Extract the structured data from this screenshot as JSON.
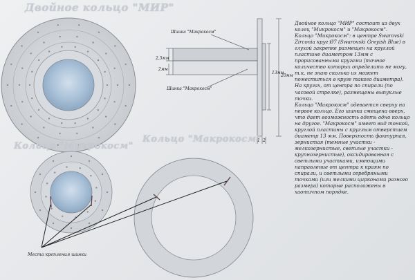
{
  "titles": {
    "main": "Двойное кольцо \"МИР\"",
    "micro": "Кольцо \"Микрокосм\"",
    "macro": "Кольцо \"Макрокосм\""
  },
  "labels": {
    "shank_top": "Шинка \"Макрокосм\"",
    "shank_bottom": "Шинка \"Макрокосм\"",
    "dim_25": "2,5мм",
    "dim_2": "2мм",
    "dim_13": "13мм",
    "dim_20": "20мм",
    "dim_1": "1",
    "dim_2b": "2",
    "mount_points": "Места крепления шинки"
  },
  "description": [
    "Двойное кольцо \"МИР\" состоит из двух колец \"Микрокосм\" и \"Макрокосм\".",
    "Кольцо \"Микрокосм\": в центре Swarovski Zirconia круг Ø7 (Swarovski Greyish Blue) в глухой закрепке размещен на круглой пластине диаметром 13мм с прорисованными кругами (точное количество которых определить не могу, т.к. не знаю сколько их может поместиться в круге такого диаметра). На кругах, от центра по спирали (по часовой стрелке), размещены выпуклые точки.",
    "Кольцо \"Макрокосм\" одевается сверху на первое кольцо. Его шинка смещена вверх, что дает возможность одеть одно кольцо на другое. \"Макрокосм\" имеет вид тонкой, круглой пластины с круглым отверстием диаметр 13 мм. Поверхность фактурная, зернистая (темные участки - мелкозернистые, светлые участки - крупнозернистые), оксидированная с светлыми участками, имеющими направление от центра к краям по спирали, и светлыми серебряными точками (или мелкими цирконами разного размера) которые расположены в хаотичном порядке."
  ],
  "colors": {
    "gem": "#a9c1d8",
    "pencil": "#6c6f76",
    "title": "#c9ccd2"
  }
}
